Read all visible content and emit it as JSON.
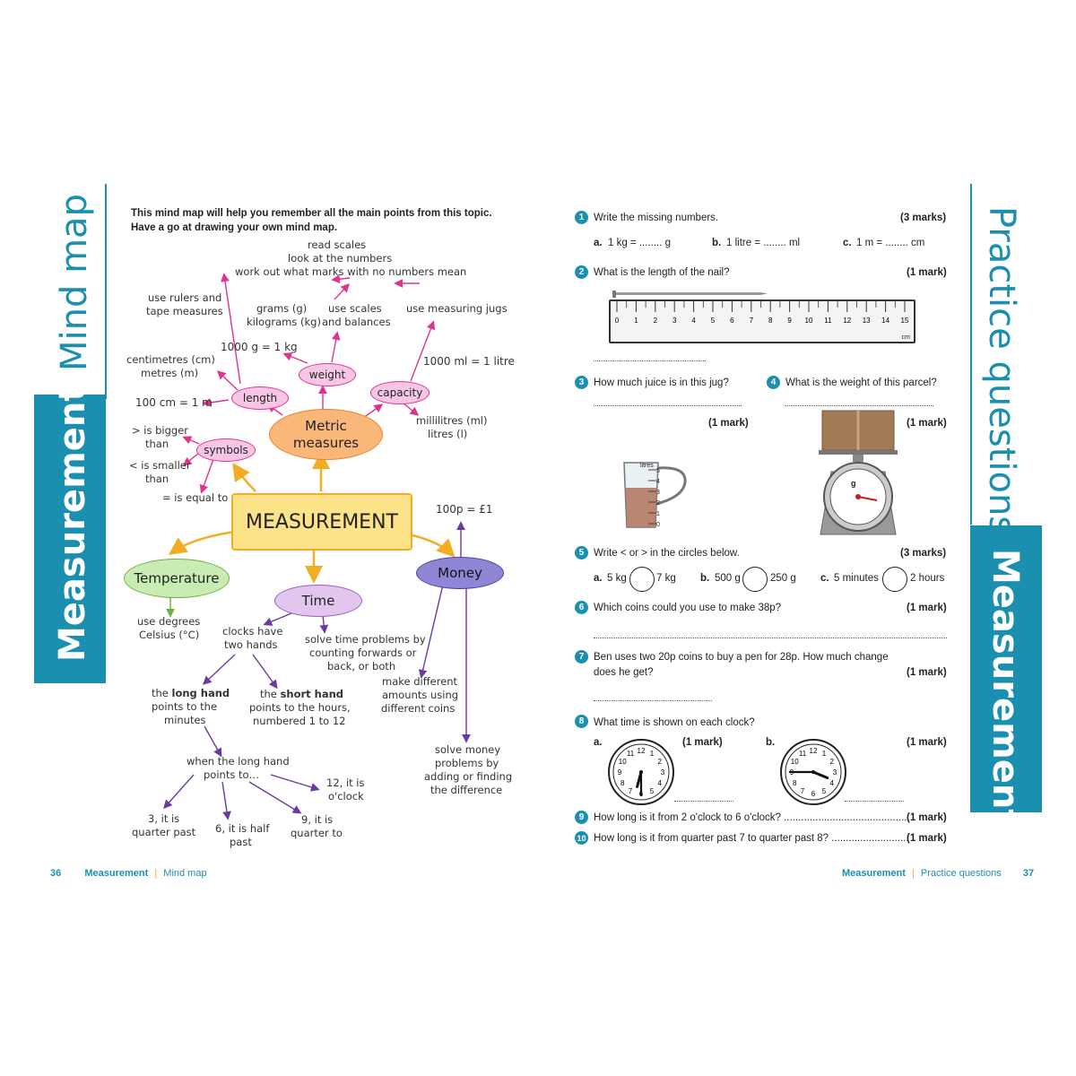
{
  "left": {
    "side_title": "Mind map",
    "tab_title": "Measurement",
    "intro_line1": "This mind map will help you remember all the main points from this topic.",
    "intro_line2": "Have a go at drawing your own mind map.",
    "center": "MEASUREMENT",
    "metric": {
      "line1": "Metric",
      "line2": "measures"
    },
    "length": "length",
    "weight": "weight",
    "capacity": "capacity",
    "symbols": "symbols",
    "temperature": "Temperature",
    "time": "Time",
    "money": "Money",
    "notes": {
      "read_scales": "read scales",
      "look_numbers": "look at the numbers",
      "work_out": "work out what marks with no numbers mean",
      "use_rulers_1": "use rulers and",
      "use_rulers_2": "tape measures",
      "grams_1": "grams (g)",
      "grams_2": "kilograms (kg)",
      "use_scales_1": "use scales",
      "use_scales_2": "and balances",
      "use_jugs": "use measuring jugs",
      "kg_eq": "1000 g = 1 kg",
      "cm_1": "centimetres (cm)",
      "cm_2": "metres (m)",
      "litre_eq": "1000 ml = 1 litre",
      "m_eq": "100 cm = 1 m",
      "ml_1": "millilitres (ml)",
      "ml_2": "litres (l)",
      "bigger_1": "> is bigger",
      "bigger_2": "than",
      "smaller_1": "< is smaller",
      "smaller_2": "than",
      "equal": "= is equal to",
      "pound_eq": "100p = £1",
      "celsius_1": "use degrees",
      "celsius_2": "Celsius (°C)",
      "clocks_1": "clocks have",
      "clocks_2": "two hands",
      "solve_time_1": "solve time problems by",
      "solve_time_2": "counting forwards or",
      "solve_time_3": "back, or both",
      "make_coins_1": "make different",
      "make_coins_2": "amounts using",
      "make_coins_3": "different coins",
      "long_hand_pre": "the ",
      "long_hand_b": "long hand",
      "long_hand_2": "points to the",
      "long_hand_3": "minutes",
      "short_hand_pre": "the ",
      "short_hand_b": "short hand",
      "short_hand_2": "points to the hours,",
      "short_hand_3": "numbered 1 to 12",
      "when_1": "when the long hand",
      "when_2": "points to…",
      "oclock_1": "12, it is",
      "oclock_2": "o'clock",
      "solve_money_1": "solve money",
      "solve_money_2": "problems by",
      "solve_money_3": "adding or finding",
      "solve_money_4": "the difference",
      "q_past_1": "3, it is",
      "q_past_2": "quarter past",
      "half_1": "6, it is half",
      "half_2": "past",
      "q_to_1": "9, it is",
      "q_to_2": "quarter to"
    },
    "footer_page": "36",
    "footer_section": "Measurement",
    "footer_sep": "|",
    "footer_topic": "Mind map"
  },
  "right": {
    "side_title": "Practice questions",
    "tab_title": "Measurement",
    "q1": {
      "num": "1",
      "text": "Write the missing numbers.",
      "marks": "(3 marks)",
      "a_lbl": "a.",
      "a_text": "1 kg = ........ g",
      "b_lbl": "b.",
      "b_text": "1 litre = ........ ml",
      "c_lbl": "c.",
      "c_text": "1 m = ........ cm"
    },
    "q2": {
      "num": "2",
      "text": "What is the length of the nail?",
      "marks": "(1 mark)",
      "ticks": [
        "0",
        "1",
        "2",
        "3",
        "4",
        "5",
        "6",
        "7",
        "8",
        "9",
        "10",
        "11",
        "12",
        "13",
        "14",
        "15"
      ],
      "unit": "cm"
    },
    "q3": {
      "num": "3",
      "text": "How much juice is in this jug?",
      "marks": "(1 mark)",
      "jug_label": "litres",
      "jug_ticks": [
        "5",
        "4",
        "3",
        "2",
        "1",
        "0"
      ]
    },
    "q4": {
      "num": "4",
      "text": "What is the weight of this parcel?",
      "marks": "(1 mark)",
      "scale_unit": "g"
    },
    "q5": {
      "num": "5",
      "text": "Write < or > in the circles below.",
      "marks": "(3 marks)",
      "a_lbl": "a.",
      "a_left": "5 kg",
      "a_right": "7 kg",
      "b_lbl": "b.",
      "b_left": "500 g",
      "b_right": "250 g",
      "c_lbl": "c.",
      "c_left": "5 minutes",
      "c_right": "2 hours"
    },
    "q6": {
      "num": "6",
      "text": "Which coins could you use to make 38p?",
      "marks": "(1 mark)"
    },
    "q7": {
      "num": "7",
      "text1": "Ben uses two 20p coins to buy a pen for 28p. How much change",
      "text2": "does he get?",
      "marks": "(1 mark)"
    },
    "q8": {
      "num": "8",
      "text": "What time is shown on each clock?",
      "a_lbl": "a.",
      "a_marks": "(1 mark)",
      "b_lbl": "b.",
      "b_marks": "(1 mark)",
      "a_hour": 6,
      "a_minute": 30,
      "b_hour": 3,
      "b_minute": 45
    },
    "q9": {
      "num": "9",
      "text": "How long is it from 2 o'clock to 6 o'clock? ............................................",
      "marks": "(1 mark)"
    },
    "q10": {
      "num": "10",
      "text": "How long is it from quarter past 7 to quarter past 8? ...........................",
      "marks": "(1 mark)"
    },
    "footer_section": "Measurement",
    "footer_sep": "|",
    "footer_topic": "Practice questions",
    "footer_page": "37"
  },
  "colors": {
    "accent": "#1a8fb0",
    "center_fill": "#fce38a",
    "metric_fill": "#f9b77a",
    "pink_fill": "#f6c6e4",
    "temp_fill": "#c9ecb5",
    "time_fill": "#e3c6ee",
    "money_fill": "#8f86d6",
    "arrow_orange": "#f3ad25",
    "arrow_pink": "#e0338f",
    "arrow_purple": "#6a3aa0"
  }
}
